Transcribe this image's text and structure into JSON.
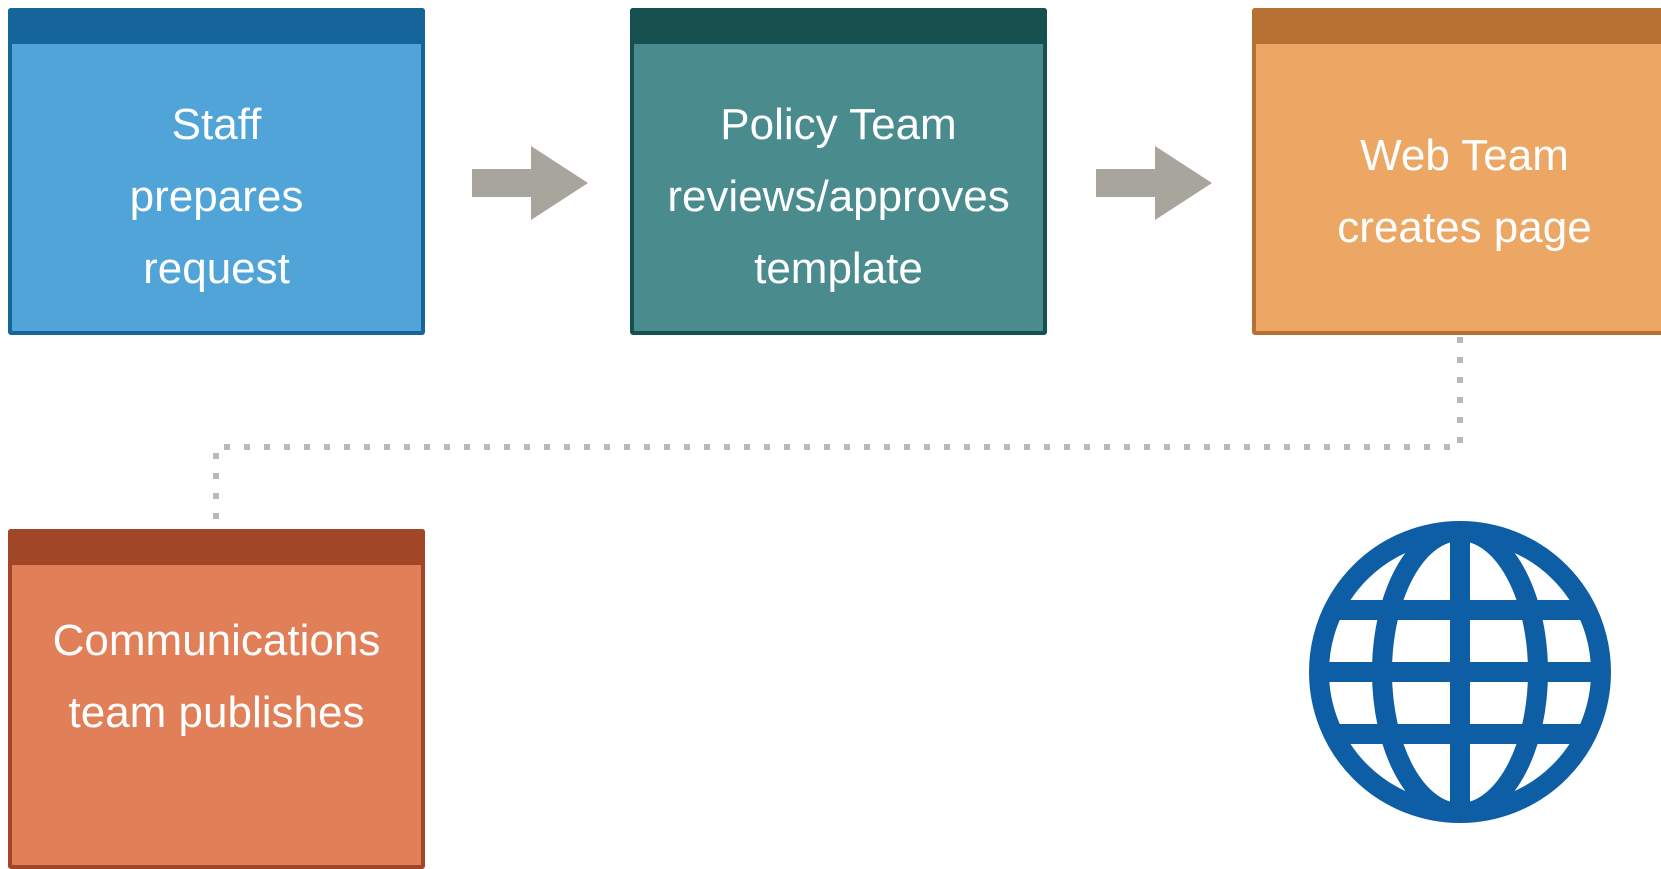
{
  "steps": {
    "staff": {
      "label": "Staff\nprepares\nrequest"
    },
    "policy": {
      "label": "Policy Team\nreviews/approves\ntemplate"
    },
    "web": {
      "label": "Web Team\ncreates page"
    },
    "comms": {
      "label": "Communications\nteam publishes"
    }
  },
  "colors": {
    "staff_fill": "#51a4d7",
    "staff_header": "#15649a",
    "policy_fill": "#4a8c8e",
    "policy_header": "#16504f",
    "web_fill": "#eca764",
    "web_header": "#b67031",
    "comms_fill": "#e17f58",
    "comms_header": "#a14728",
    "arrow": "#a8a59c",
    "connector": "#b9b9b9",
    "globe": "#0e5ea6"
  },
  "icons": {
    "globe": "globe-icon",
    "arrow": "right-arrow-icon"
  }
}
